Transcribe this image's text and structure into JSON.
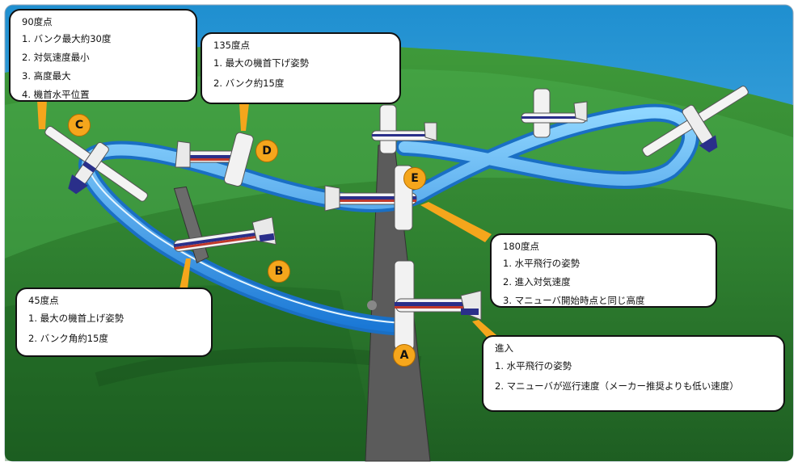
{
  "points": {
    "a": "A",
    "b": "B",
    "c": "C",
    "d": "D",
    "e": "E"
  },
  "callouts": {
    "p90": {
      "title": "90度点",
      "items": [
        "1. バンク最大約30度",
        "2. 対気速度最小",
        "3. 高度最大",
        "4. 機首水平位置"
      ]
    },
    "p135": {
      "title": "135度点",
      "items": [
        "1. 最大の機首下げ姿勢",
        "2. バンク約15度"
      ]
    },
    "p45": {
      "title": "45度点",
      "items": [
        "1. 最大の機首上げ姿勢",
        "2. バンク角約15度"
      ]
    },
    "p180": {
      "title": "180度点",
      "items": [
        "1. 水平飛行の姿勢",
        "2. 進入対気速度",
        "3. マニューバ開始時点と同じ高度"
      ]
    },
    "entry": {
      "title": "進入",
      "items": [
        "1. 水平飛行の姿勢",
        "2. マニューバが巡行速度（メーカー推奨よりも低い速度）"
      ]
    }
  },
  "colors": {
    "sky": "#2a9fd6",
    "grass_dark": "#2e7d32",
    "grass_light": "#5cb85c",
    "runway": "#555555",
    "ribbon": "#1e90ff",
    "badge": "#f5a61c",
    "pointer": "#f5a61c"
  }
}
